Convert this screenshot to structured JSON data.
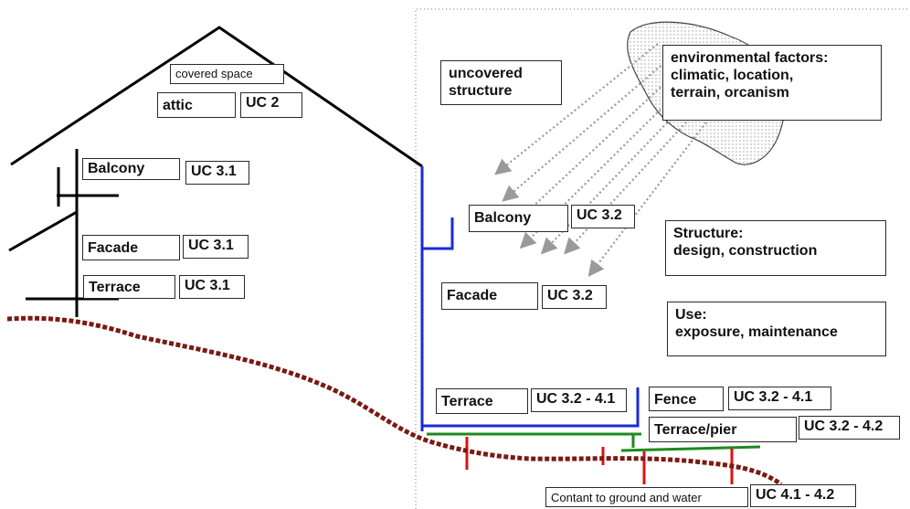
{
  "labels": {
    "covered_space": "covered space",
    "attic": "attic",
    "attic_uc": "UC 2",
    "left_balcony": "Balcony",
    "left_balcony_uc": "UC 3.1",
    "left_facade": "Facade",
    "left_facade_uc": "UC 3.1",
    "left_terrace": "Terrace",
    "left_terrace_uc": "UC 3.1",
    "uncovered_line1": "uncovered",
    "uncovered_line2": "structure",
    "env_line1": "environmental factors:",
    "env_line2": "climatic, location,",
    "env_line3": "terrain, orcanism",
    "right_balcony": "Balcony",
    "right_balcony_uc": "UC 3.2",
    "right_facade": "Facade",
    "right_facade_uc": "UC 3.2",
    "structure_line1": "Structure:",
    "structure_line2": "design, construction",
    "use_line1": "Use:",
    "use_line2": "exposure, maintenance",
    "right_terrace": "Terrace",
    "right_terrace_uc": "UC 3.2 - 4.1",
    "fence": "Fence",
    "fence_uc": "UC 3.2 - 4.1",
    "pier": "Terrace/pier",
    "pier_uc": "UC 3.2 - 4.2",
    "ground": "Contant to ground and water",
    "ground_uc": "UC 4.1 - 4.2"
  },
  "colors": {
    "building": "#000000",
    "ground": "#7a1a14",
    "wall": "#1a2bd6",
    "terrace": "#1c8a1c",
    "posts": "#e01010",
    "arrows": "#9a9a9a"
  }
}
